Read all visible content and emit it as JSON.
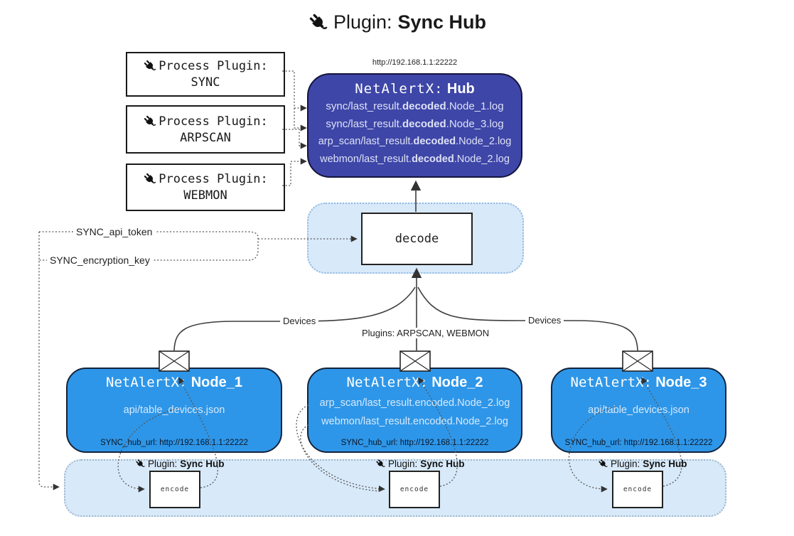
{
  "title": {
    "prefix": "Plugin:",
    "name": "Sync Hub"
  },
  "hub": {
    "url_label": "http://192.168.1.1:22222",
    "name_prefix": "NetAlertX:",
    "name": "Hub",
    "logs": [
      {
        "pre": "sync/last_result.",
        "bold": "decoded",
        "post": ".Node_1.log"
      },
      {
        "pre": "sync/last_result.",
        "bold": "decoded",
        "post": ".Node_3.log"
      },
      {
        "pre": "arp_scan/last_result.",
        "bold": "decoded",
        "post": ".Node_2.log"
      },
      {
        "pre": "webmon/last_result.",
        "bold": "decoded",
        "post": ".Node_2.log"
      }
    ]
  },
  "process_plugins": [
    {
      "line1": "Process Plugin:",
      "line2": "SYNC"
    },
    {
      "line1": "Process Plugin:",
      "line2": "ARPSCAN"
    },
    {
      "line1": "Process Plugin:",
      "line2": "WEBMON"
    }
  ],
  "decode": {
    "label": "decode"
  },
  "credentials": {
    "api_token": "SYNC_api_token",
    "encryption_key": "SYNC_encryption_key"
  },
  "edge_labels": {
    "devices_left": "Devices",
    "plugins_center": "Plugins: ARPSCAN, WEBMON",
    "devices_right": "Devices"
  },
  "nodes": [
    {
      "name_prefix": "NetAlertX:",
      "name": "Node_1",
      "files": [
        "api/table_devices.json"
      ],
      "hub_url": "SYNC_hub_url: http://192.168.1.1:22222"
    },
    {
      "name_prefix": "NetAlertX:",
      "name": "Node_2",
      "files": [
        "arp_scan/last_result.encoded.Node_2.log",
        "webmon/last_result.encoded.Node_2.log"
      ],
      "hub_url": "SYNC_hub_url: http://192.168.1.1:22222"
    },
    {
      "name_prefix": "NetAlertX:",
      "name": "Node_3",
      "files": [
        "api/table_devices.json"
      ],
      "hub_url": "SYNC_hub_url: http://192.168.1.1:22222"
    }
  ],
  "encoder": {
    "plugin_prefix": "Plugin:",
    "plugin_name": "Sync Hub",
    "encode_label": "encode"
  },
  "colors": {
    "hub_bg": "#3e46a8",
    "node_bg": "#2e96e8",
    "panel_bg": "#d8e9f9",
    "hub_text": "#dde1f5",
    "node_text": "#d6e9fb",
    "line": "#555555"
  }
}
